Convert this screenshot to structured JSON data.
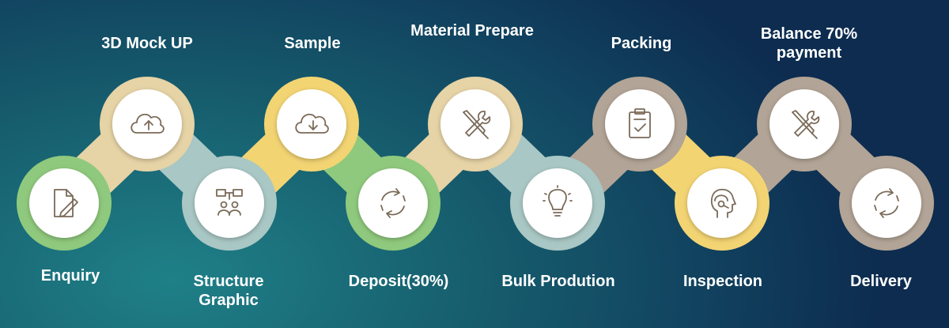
{
  "colors": {
    "green": "#8fc97d",
    "beige": "#e6d3a6",
    "teal": "#a9c7c4",
    "yellow": "#f3d473",
    "taupe": "#b2a496",
    "icon": "#7a6a58",
    "circle": "#ffffff"
  },
  "steps": [
    {
      "label": "Enquiry",
      "icon": "document-pencil-icon",
      "color": "green"
    },
    {
      "label": "3D Mock UP",
      "icon": "cloud-upload-icon",
      "color": "beige"
    },
    {
      "label": "Structure Graphic",
      "label_lines": [
        "Structure",
        "Graphic"
      ],
      "icon": "org-chart-people-icon",
      "color": "teal"
    },
    {
      "label": "Sample",
      "icon": "cloud-download-icon",
      "color": "yellow"
    },
    {
      "label": "Deposit(30%)",
      "icon": "refresh-cycle-icon",
      "color": "green"
    },
    {
      "label": "Material Prepare",
      "icon": "tools-icon",
      "color": "beige"
    },
    {
      "label": "Bulk Prodution",
      "icon": "lightbulb-icon",
      "color": "teal"
    },
    {
      "label": "Packing",
      "icon": "clipboard-check-icon",
      "color": "taupe"
    },
    {
      "label": "Inspection",
      "icon": "head-headset-icon",
      "color": "yellow"
    },
    {
      "label": "Balance 70% payment",
      "label_lines": [
        "Balance 70%",
        "payment"
      ],
      "icon": "tools-icon",
      "color": "taupe"
    },
    {
      "label": "Delivery",
      "icon": "refresh-cycle-icon",
      "color": "taupe"
    }
  ]
}
